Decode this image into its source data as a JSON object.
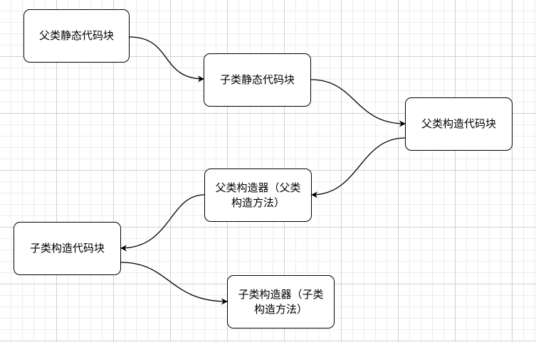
{
  "diagram": {
    "nodes": [
      {
        "id": "n1",
        "label": "父类静态代码块"
      },
      {
        "id": "n2",
        "label": "子类静态代码块"
      },
      {
        "id": "n3",
        "label": "父类构造代码块"
      },
      {
        "id": "n4",
        "label": "父类构造器（父类构造方法）"
      },
      {
        "id": "n5",
        "label": "子类构造代码块"
      },
      {
        "id": "n6",
        "label": "子类构造器（子类构造方法）"
      }
    ],
    "edges": [
      {
        "from": "n1",
        "to": "n2"
      },
      {
        "from": "n2",
        "to": "n3"
      },
      {
        "from": "n3",
        "to": "n4"
      },
      {
        "from": "n4",
        "to": "n5"
      },
      {
        "from": "n5",
        "to": "n6"
      }
    ],
    "colors": {
      "stroke": "#000000",
      "node_fill": "#ffffff",
      "grid_major": "#d0d0d0",
      "grid_minor": "#ededed"
    }
  }
}
